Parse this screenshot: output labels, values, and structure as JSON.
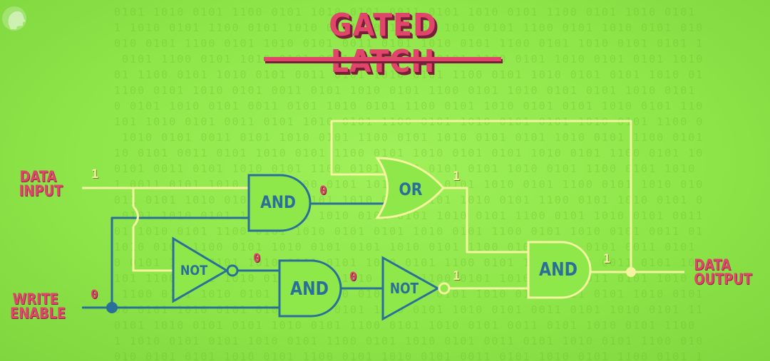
{
  "title": "GATED LATCH",
  "labels": {
    "data_input_line1": "DATA",
    "data_input_line2": "INPUT",
    "write_enable_line1": "WRITE",
    "write_enable_line2": "ENABLE",
    "data_output_line1": "DATA",
    "data_output_line2": "OUTPUT"
  },
  "gates": {
    "and_top": "AND",
    "or": "OR",
    "not_lower": "NOT",
    "and_lower": "AND",
    "not_right": "NOT",
    "and_output": "AND"
  },
  "signals": {
    "data_input": "1",
    "and_top_out": "0",
    "or_out": "1",
    "not_lower_out": "0",
    "and_lower_out": "0",
    "not_right_out": "1",
    "output": "1",
    "write_enable": "0"
  },
  "colors": {
    "background": "#8fe84a",
    "wire_high": "#f3f3a0",
    "wire_low": "#2a6f98",
    "accent": "#e0466a"
  },
  "watermark_bits": "0101 1010 0101 1100 0101 1010 0101 0011 0101 1010 0101 1100 0101 1010 0101"
}
